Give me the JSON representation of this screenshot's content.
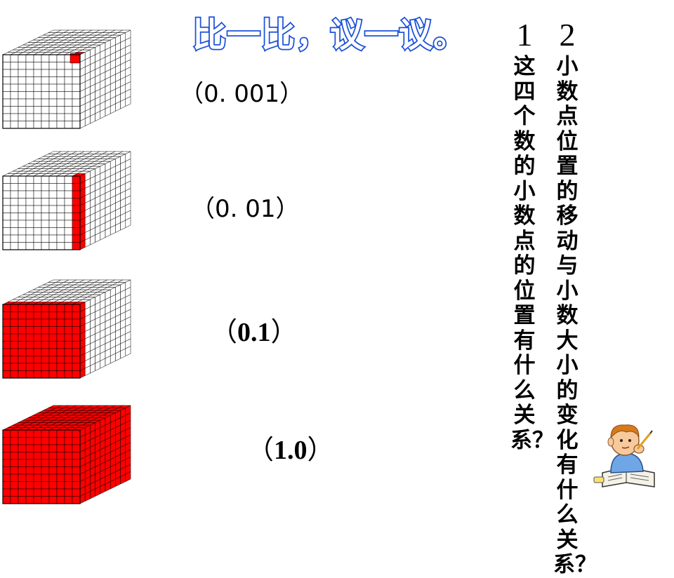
{
  "slide": {
    "title": "比一比，议一议。",
    "cubes": [
      {
        "value_text": "（0. 001）",
        "filled_fraction": 0.001,
        "style": "normal"
      },
      {
        "value_text": "（0. 01）",
        "filled_fraction": 0.01,
        "style": "normal"
      },
      {
        "value_text": "0.1",
        "open": "（",
        "close": "）",
        "filled_fraction": 0.1,
        "style": "bold"
      },
      {
        "value_text": "1.0",
        "open": "（",
        "close": "）",
        "filled_fraction": 1.0,
        "style": "bold"
      }
    ],
    "questions": [
      {
        "number": "1",
        "text": "这四个数的小数点的位置有什么关系？"
      },
      {
        "number": "2",
        "text": "小数点位置的移动与小数大小的变化有什么关系？"
      }
    ],
    "colors": {
      "fill": "#ff0000",
      "grid": "#000000",
      "title_fill": "#ffffff",
      "title_outline": "#1a4fd8",
      "background": "#ffffff"
    },
    "decoration": {
      "icon": "boy-thinking-icon"
    }
  }
}
